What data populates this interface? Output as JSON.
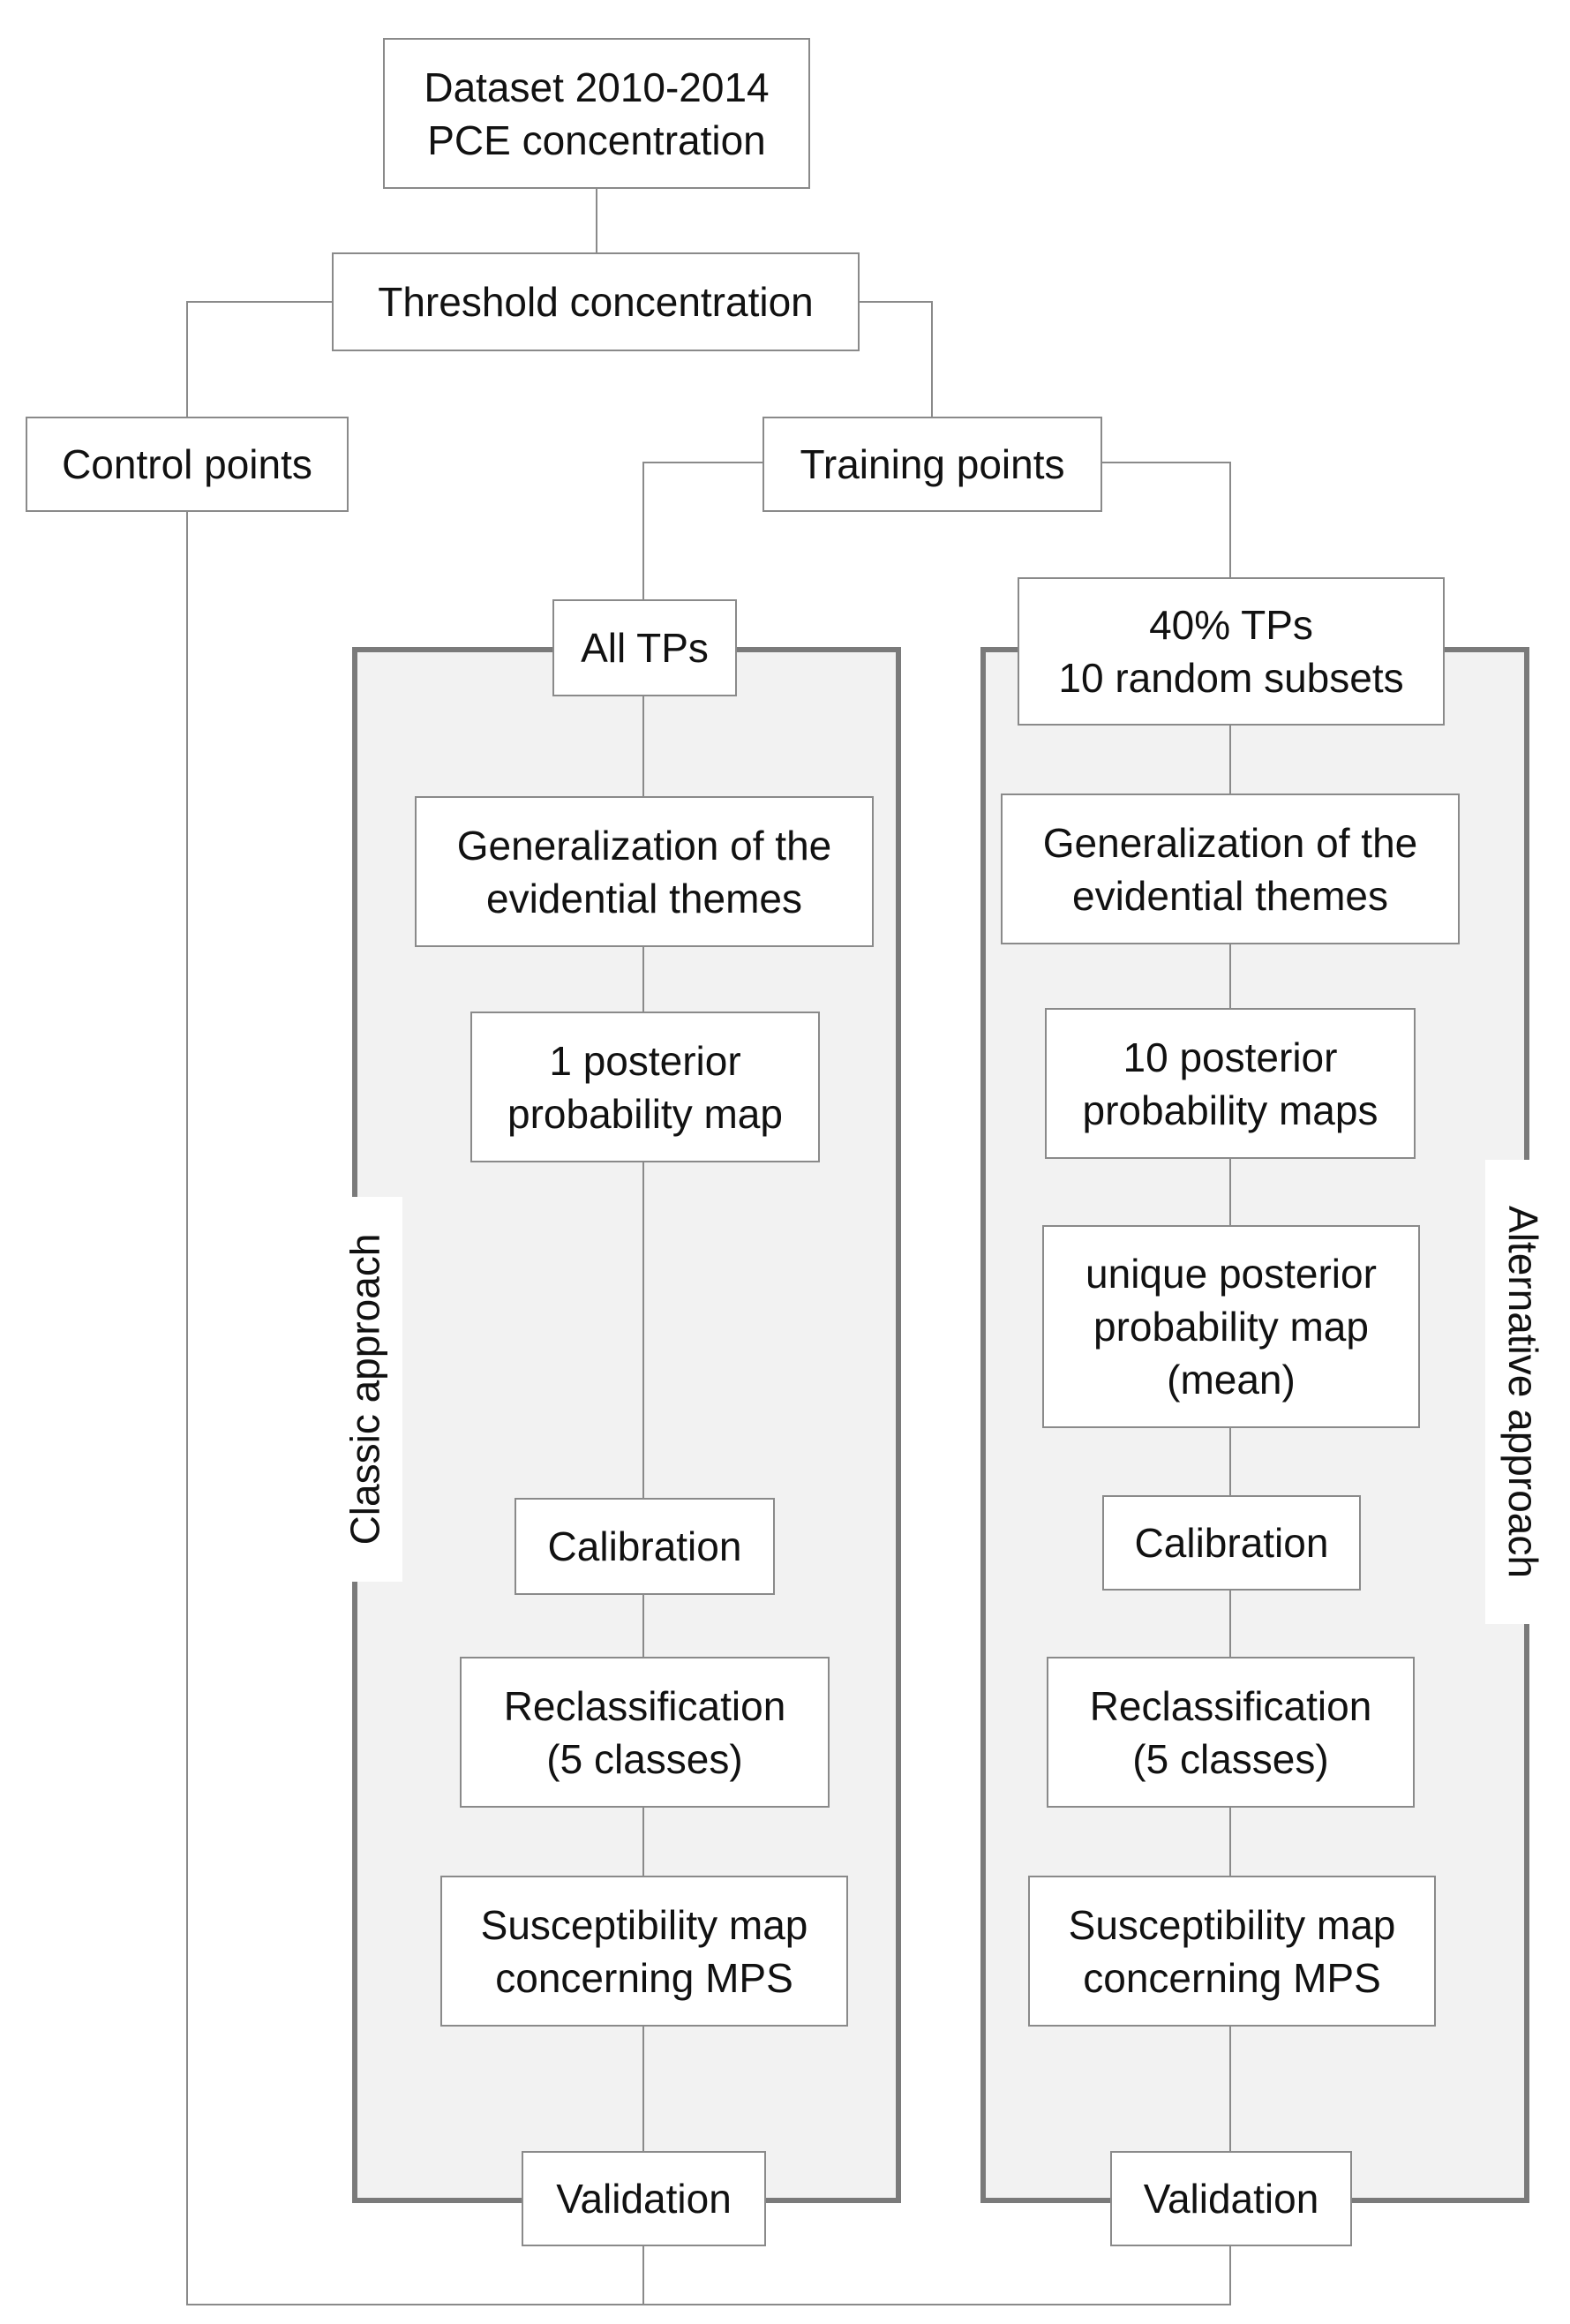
{
  "nodes": {
    "dataset": {
      "line1": "Dataset 2010-2014",
      "line2": "PCE concentration"
    },
    "threshold": "Threshold concentration",
    "control_points": "Control points",
    "training_points": "Training points",
    "classic": {
      "all_tps": "All TPs",
      "generalization": {
        "line1": "Generalization of the",
        "line2": "evidential themes"
      },
      "posterior": {
        "line1": "1 posterior",
        "line2": "probability map"
      },
      "calibration": "Calibration",
      "reclassification": {
        "line1": "Reclassification",
        "line2": "(5 classes)"
      },
      "susceptibility": {
        "line1": "Susceptibility map",
        "line2": "concerning MPS"
      },
      "validation": "Validation"
    },
    "alternative": {
      "subset": {
        "line1": "40% TPs",
        "line2": "10 random subsets"
      },
      "generalization": {
        "line1": "Generalization of the",
        "line2": "evidential themes"
      },
      "posterior": {
        "line1": "10 posterior",
        "line2": "probability maps"
      },
      "unique": {
        "line1": "unique posterior",
        "line2": "probability map",
        "line3": "(mean)"
      },
      "calibration": "Calibration",
      "reclassification": {
        "line1": "Reclassification",
        "line2": "(5 classes)"
      },
      "susceptibility": {
        "line1": "Susceptibility map",
        "line2": "concerning MPS"
      },
      "validation": "Validation"
    }
  },
  "labels": {
    "classic_approach": "Classic approach",
    "alternative_approach": "Alternative approach"
  },
  "colors": {
    "connector": "#8a8a8a",
    "panel_fill": "#f2f2f2",
    "panel_border": "#7a7a7a"
  }
}
